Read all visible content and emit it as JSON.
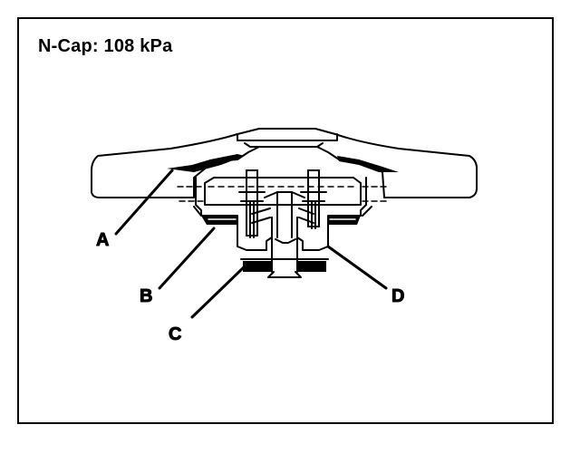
{
  "title": "N-Cap: 108 kPa",
  "labels": {
    "a": "A",
    "b": "B",
    "c": "C",
    "d": "D"
  },
  "colors": {
    "ink": "#000000",
    "background": "#ffffff"
  }
}
